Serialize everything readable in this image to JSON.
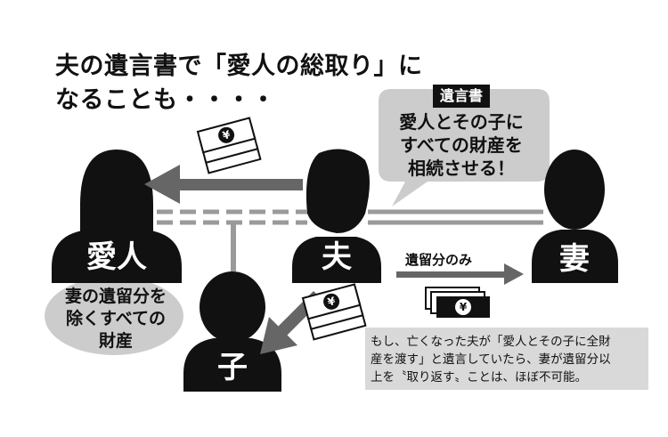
{
  "title": {
    "line1": "夫の遺言書で「愛人の総取り」に",
    "line2": "なることも・・・・"
  },
  "people": {
    "mistress": "愛人",
    "husband": "夫",
    "wife": "妻",
    "child": "子"
  },
  "will_callout": {
    "tag": "遺言書",
    "line1": "愛人とその子に",
    "line2": "すべての財産を",
    "line3": "相続させる！"
  },
  "mistress_share": {
    "line1": "妻の遺留分を",
    "line2": "除くすべての",
    "line3": "財産"
  },
  "wife_arrow_label": "遺留分のみ",
  "note": {
    "line1": "もし、亡くなった夫が「愛人とその子に全財",
    "line2": "産を渡す」と遺言していたら、妻が遺留分以",
    "line3": "上を〝取り返す〟ことは、ほぼ不可能。"
  },
  "icons": [
    "money-stack-icon",
    "money-stack-icon",
    "banknote-icon"
  ],
  "colors": {
    "silhouette": "#111111",
    "arrow": "#666666",
    "bubble": "#cccccc",
    "background": "#ffffff"
  }
}
